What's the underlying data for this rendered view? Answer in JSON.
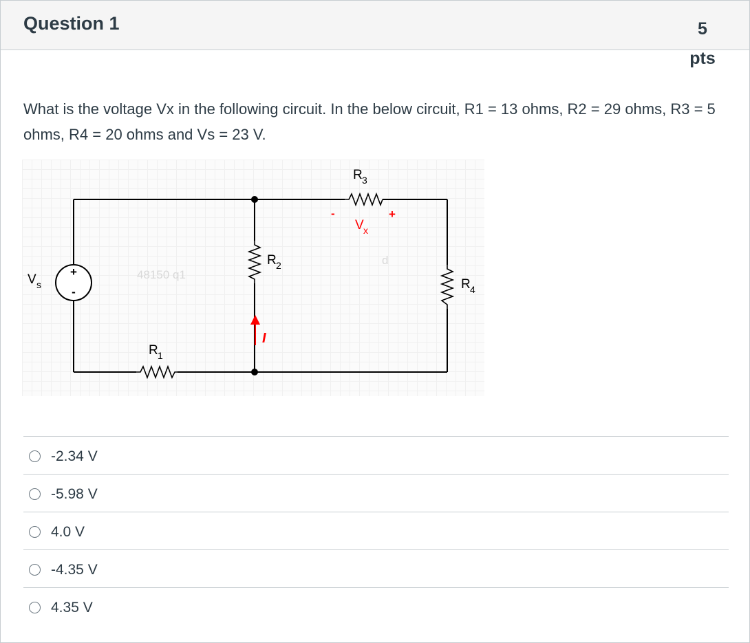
{
  "question": {
    "title": "Question 1",
    "points_value": "5",
    "points_unit": "pts",
    "text": "What is the voltage Vx in the following circuit. In the below circuit, R1 = 13 ohms, R2 = 29 ohms, R3 = 5 ohms, R4 = 20 ohms and Vs = 23 V."
  },
  "circuit": {
    "source_label": "V",
    "source_subscript": "s",
    "source_plus": "+",
    "source_minus": "-",
    "r1_label": "R",
    "r1_subscript": "1",
    "r2_label": "R",
    "r2_subscript": "2",
    "r3_label": "R",
    "r3_subscript": "3",
    "r4_label": "R",
    "r4_subscript": "4",
    "vx_label": "V",
    "vx_subscript": "x",
    "vx_minus": "-",
    "vx_plus": "+",
    "current_label": "I",
    "watermark": "48150 q1",
    "watermark_letter": "d",
    "accent_color": "#ff0000"
  },
  "answers": [
    {
      "label": "-2.34 V",
      "selected": false
    },
    {
      "label": "-5.98 V",
      "selected": false
    },
    {
      "label": "4.0 V",
      "selected": false
    },
    {
      "label": "-4.35 V",
      "selected": false
    },
    {
      "label": "4.35 V",
      "selected": false
    }
  ]
}
